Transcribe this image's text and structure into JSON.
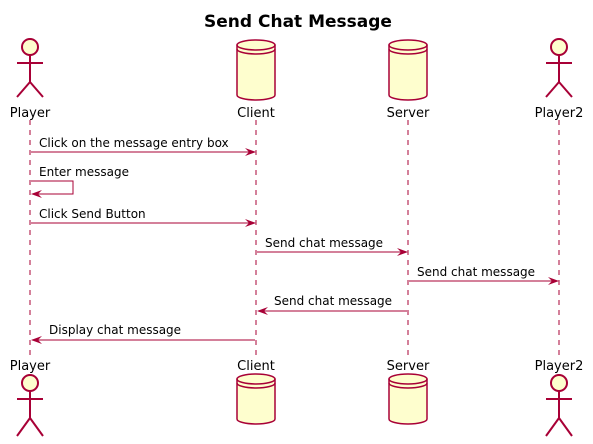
{
  "diagram": {
    "title": "Send Chat Message",
    "participants": [
      {
        "id": "player",
        "name": "Player",
        "kind": "actor"
      },
      {
        "id": "client",
        "name": "Client",
        "kind": "database"
      },
      {
        "id": "server",
        "name": "Server",
        "kind": "database"
      },
      {
        "id": "player2",
        "name": "Player2",
        "kind": "actor"
      }
    ],
    "messages": [
      {
        "from": "player",
        "to": "client",
        "text": "Click on the message entry box"
      },
      {
        "from": "player",
        "to": "player",
        "text": "Enter message"
      },
      {
        "from": "player",
        "to": "client",
        "text": "Click Send Button"
      },
      {
        "from": "client",
        "to": "server",
        "text": "Send chat message"
      },
      {
        "from": "server",
        "to": "player2",
        "text": "Send chat message"
      },
      {
        "from": "server",
        "to": "client",
        "text": "Send chat message"
      },
      {
        "from": "client",
        "to": "player",
        "text": "Display chat message"
      }
    ],
    "colors": {
      "participant_fill": "#FEFECE",
      "participant_stroke": "#A80036",
      "arrow": "#A80036",
      "lifeline": "#A80036",
      "text": "#000000"
    }
  }
}
